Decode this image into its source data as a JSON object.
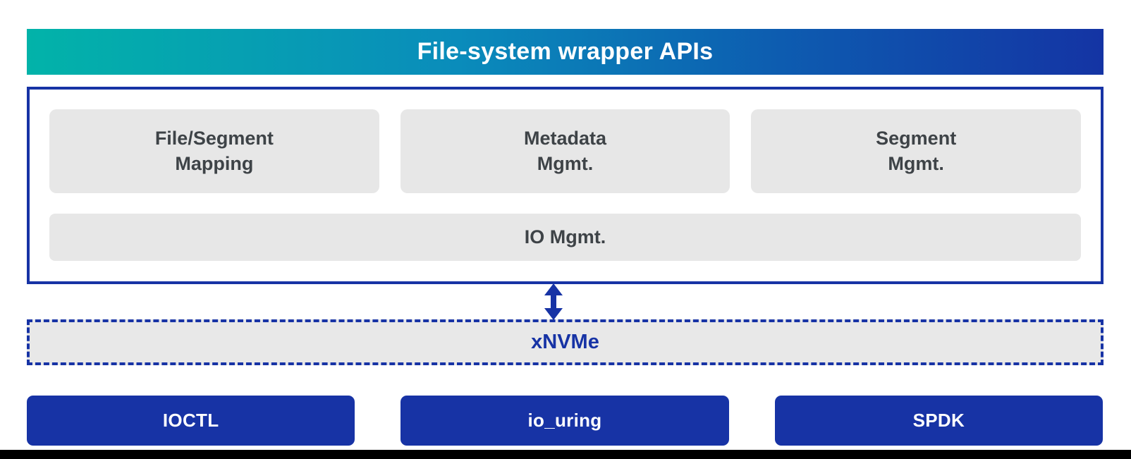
{
  "header": {
    "title": "File-system wrapper APIs"
  },
  "wrapper_layer": {
    "modules": [
      {
        "label": "File/Segment\nMapping"
      },
      {
        "label": "Metadata\nMgmt."
      },
      {
        "label": "Segment\nMgmt."
      }
    ],
    "io_module": {
      "label": "IO Mgmt."
    }
  },
  "connector": {
    "icon": "bidirectional-vertical-arrow",
    "color": "#1733a5"
  },
  "xnvme_layer": {
    "label": "xNVMe",
    "border_style": "dashed"
  },
  "backends": [
    {
      "label": "IOCTL"
    },
    {
      "label": "io_uring"
    },
    {
      "label": "SPDK"
    }
  ],
  "colors": {
    "gradient_start_teal": "#02b3a9",
    "gradient_end_navy": "#1434a4",
    "accent_navy": "#1733a5",
    "module_fill_gray": "#e7e7e7",
    "xnvme_fill_gray": "#e8e8e8",
    "module_text": "#3e4347",
    "header_text": "#ffffff",
    "backend_text": "#ffffff",
    "bottom_bar": "#000000"
  }
}
